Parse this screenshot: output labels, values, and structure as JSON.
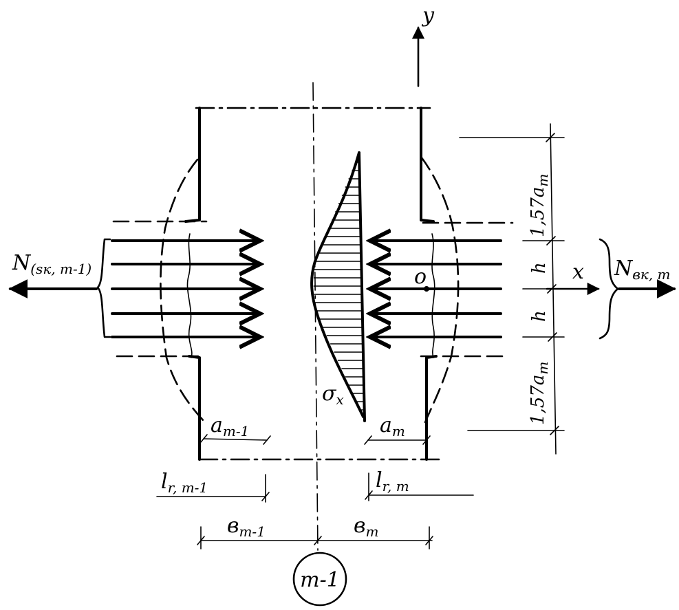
{
  "labels": {
    "axis_y": "y",
    "axis_x": "x",
    "force_left_main": "N",
    "force_left_sub": "(sк, m-1)",
    "force_right_main": "N",
    "force_right_sub": "вк, m",
    "point_o": "o",
    "dim_157_top": "1,57a",
    "dim_157_top_sub": "m",
    "dim_157_bottom": "1,57a",
    "dim_157_bottom_sub": "m",
    "dim_h_top": "h",
    "dim_h_bottom": "h",
    "stress": "σ",
    "stress_sub": "x",
    "a_left": "a",
    "a_left_sub": "m-1",
    "a_right": "a",
    "a_right_sub": "m",
    "l_left": "l",
    "l_left_sub": "r, m-1",
    "l_right": "l",
    "l_right_sub": "r, m",
    "b_left": "в",
    "b_left_sub": "m-1",
    "b_right": "в",
    "b_right_sub": "m",
    "column_marker": "m-1"
  }
}
